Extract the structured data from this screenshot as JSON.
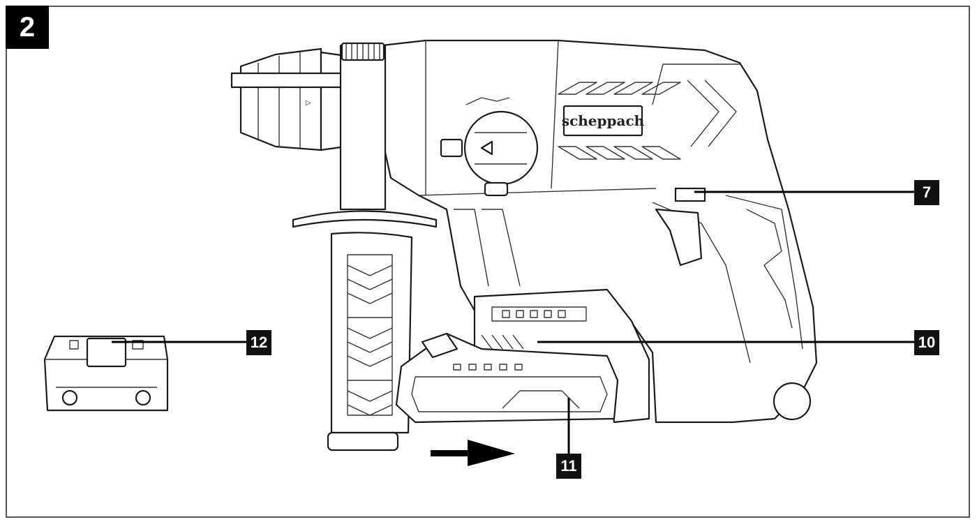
{
  "figure_number": "2",
  "brand_logo_text": "scheppach",
  "callouts": [
    {
      "id": "7",
      "label": "7"
    },
    {
      "id": "10",
      "label": "10"
    },
    {
      "id": "11",
      "label": "11"
    },
    {
      "id": "12",
      "label": "12"
    }
  ],
  "arrow_direction": "right"
}
